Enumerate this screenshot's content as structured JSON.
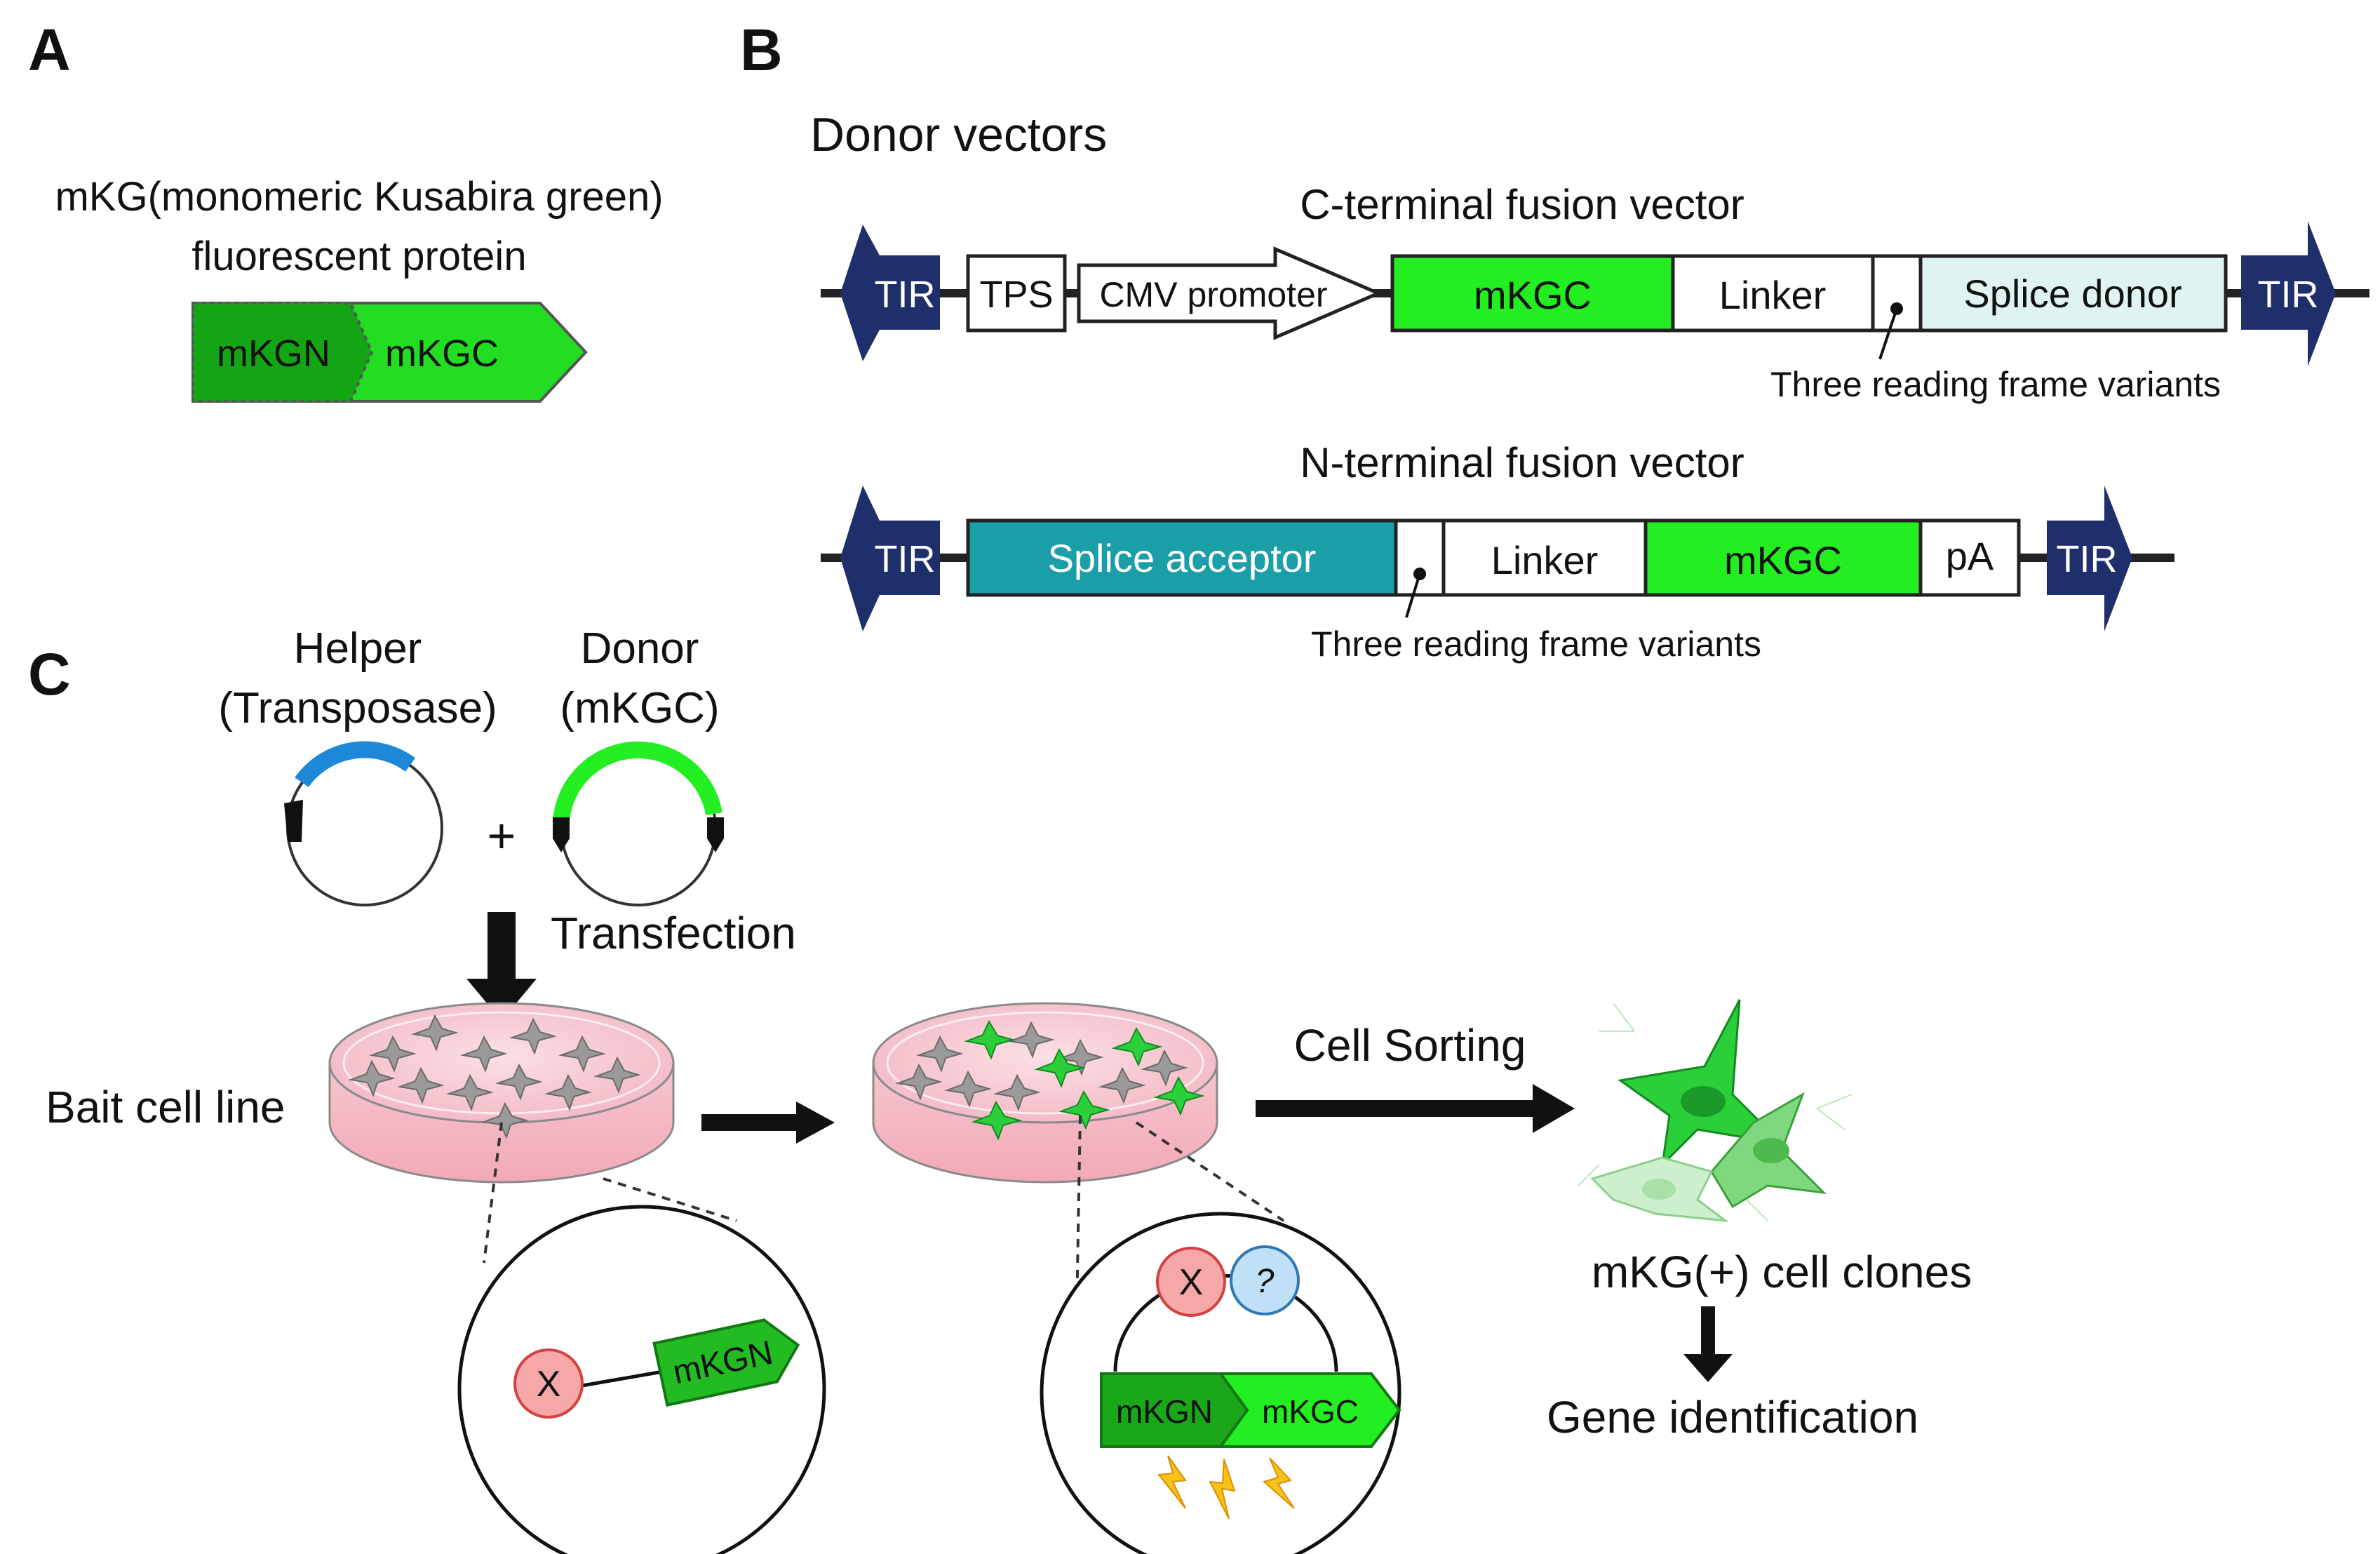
{
  "panels": {
    "a": "A",
    "b": "B",
    "c": "C"
  },
  "panel_a": {
    "title_line1": "mKG(monomeric Kusabira green)",
    "title_line2": "fluorescent protein",
    "left_label": "mKGN",
    "right_label": "mKGC"
  },
  "panel_b": {
    "heading": "Donor vectors",
    "c_vector": {
      "title": "C-terminal fusion vector",
      "tir_left": "TIR",
      "tps": "TPS",
      "promoter": "CMV promoter",
      "mkgc": "mKGC",
      "linker": "Linker",
      "splice_donor": "Splice donor",
      "tir_right": "TIR",
      "note": "Three reading frame variants"
    },
    "n_vector": {
      "title": "N-terminal fusion vector",
      "tir_left": "TIR",
      "splice_acceptor": "Splice acceptor",
      "linker": "Linker",
      "mkgc": "mKGC",
      "pa": "pA",
      "tir_right": "TIR",
      "note": "Three reading frame variants"
    }
  },
  "panel_c": {
    "helper_line1": "Helper",
    "helper_line2": "(Transposase)",
    "donor_line1": "Donor",
    "donor_line2": "(mKGC)",
    "plus": "+",
    "transfection": "Transfection",
    "bait": "Bait cell line",
    "sorting": "Cell Sorting",
    "clones": "mKG(+) cell clones",
    "gene_id": "Gene identification",
    "inset1": {
      "x": "X",
      "mkgn": "mKGN"
    },
    "inset2": {
      "x": "X",
      "q": "?",
      "mkgn": "mKGN",
      "mkgc": "mKGC"
    }
  },
  "colors": {
    "tir": "#1f2f6b",
    "green": "#22ee22",
    "dark_green": "#1aa71a",
    "teal": "#1a9ea8",
    "light_teal": "#dff4f1",
    "pink_dish": "#f6c3cc",
    "helper_arc": "#1e88d8",
    "x_circle": "#f6a8a8",
    "q_circle": "#bfe0f6"
  },
  "icons": [
    "tir-arrow-icon",
    "plasmid-icon",
    "petri-dish-icon",
    "cell-icon",
    "lightning-icon",
    "arrow-icon"
  ]
}
